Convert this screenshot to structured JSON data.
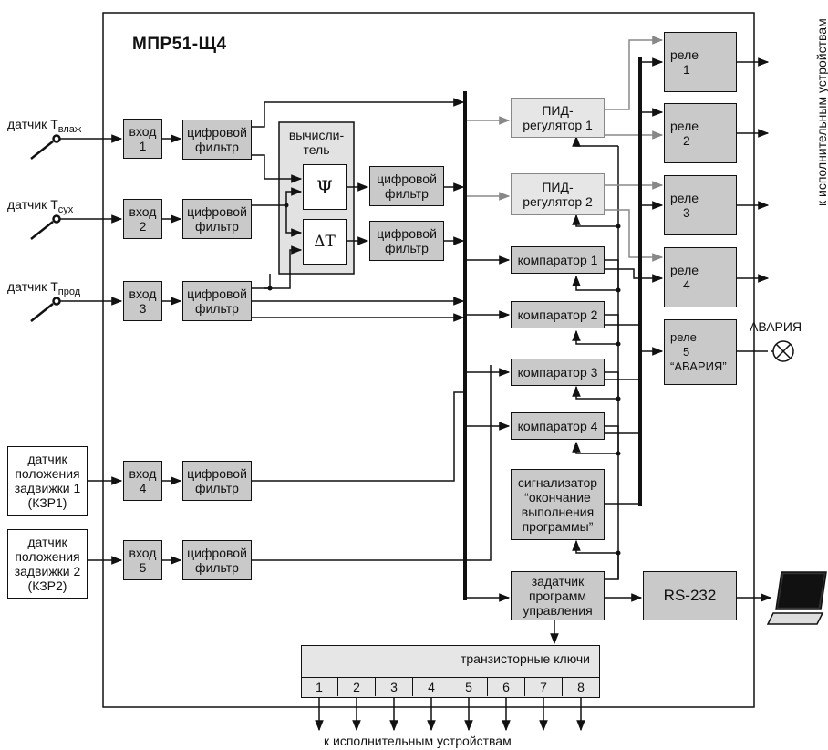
{
  "title": "МПР51-Щ4",
  "sensors": {
    "t_wet_prefix": "датчик T",
    "t_wet_sub": "влаж",
    "t_dry_prefix": "датчик T",
    "t_dry_sub": "сух",
    "t_prod_prefix": "датчик T",
    "t_prod_sub": "прод",
    "pos1": [
      "датчик",
      "положения",
      "задвижки 1",
      "(КЗР1)"
    ],
    "pos2": [
      "датчик",
      "положения",
      "задвижки 2",
      "(КЗР2)"
    ]
  },
  "inputs": [
    [
      "вход",
      "1"
    ],
    [
      "вход",
      "2"
    ],
    [
      "вход",
      "3"
    ],
    [
      "вход",
      "4"
    ],
    [
      "вход",
      "5"
    ]
  ],
  "filter": [
    "цифровой",
    "фильтр"
  ],
  "calculator": {
    "label": [
      "вычисли-",
      "тель"
    ],
    "psi": "Ψ",
    "delta": "ΔT"
  },
  "pid": [
    [
      "ПИД-",
      "регулятор 1"
    ],
    [
      "ПИД-",
      "регулятор 2"
    ]
  ],
  "comparators": [
    "компаратор 1",
    "компаратор 2",
    "компаратор 3",
    "компаратор 4"
  ],
  "signaler": [
    "сигнализатор",
    "“окончание",
    "выполнения",
    "программы”"
  ],
  "program": [
    "задатчик",
    "программ",
    "управления"
  ],
  "rs232": "RS-232",
  "relays": [
    [
      "реле",
      "1"
    ],
    [
      "реле",
      "2"
    ],
    [
      "реле",
      "3"
    ],
    [
      "реле",
      "4"
    ],
    [
      "реле",
      "5",
      "“АВАРИЯ”"
    ]
  ],
  "alarm_label": "АВАРИЯ",
  "transistor_keys": {
    "title": "транзисторные ключи",
    "numbers": [
      "1",
      "2",
      "3",
      "4",
      "5",
      "6",
      "7",
      "8"
    ]
  },
  "outputs_right": "к исполнительным устройствам",
  "outputs_bottom": "к исполнительным устройствам"
}
